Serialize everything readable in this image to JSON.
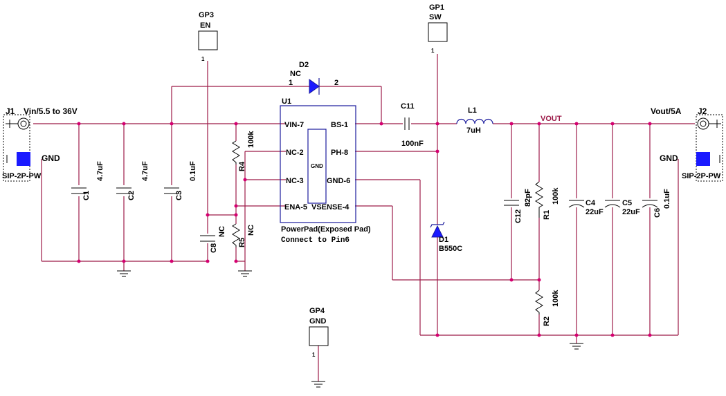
{
  "connectors": {
    "j1": {
      "ref": "J1",
      "value": "Vin/5.5 to 36V",
      "gnd": "GND",
      "footprint": "SIP-2P-PW"
    },
    "j2": {
      "ref": "J2",
      "value": "Vout/5A",
      "gnd": "GND",
      "footprint": "SIP-2P-PW"
    }
  },
  "test_points": {
    "gp1": {
      "ref": "GP1",
      "net": "SW",
      "pin": "1"
    },
    "gp3": {
      "ref": "GP3",
      "net": "EN",
      "pin": "1"
    },
    "gp4": {
      "ref": "GP4",
      "net": "GND",
      "pin": "1"
    }
  },
  "u1": {
    "ref": "U1",
    "pins": {
      "vin": "VIN-7",
      "nc2": "NC-2",
      "nc3": "NC-3",
      "ena": "ENA-5",
      "bs": "BS-1",
      "ph": "PH-8",
      "gnd6": "GND-6",
      "vsense": "VSENSE-4"
    },
    "pad_label": "GND",
    "note1": "PowerPad(Exposed Pad)",
    "note2": "Connect to Pin6"
  },
  "d2": {
    "ref": "D2",
    "value": "NC",
    "pin1": "1",
    "pin2": "2"
  },
  "d1": {
    "ref": "D1",
    "value": "B550C"
  },
  "l1": {
    "ref": "L1",
    "value": "7uH"
  },
  "net_vout": "VOUT",
  "capacitors": {
    "c1": {
      "ref": "C1",
      "value": "4.7uF"
    },
    "c2": {
      "ref": "C2",
      "value": "4.7uF"
    },
    "c3": {
      "ref": "C3",
      "value": "0.1uF"
    },
    "c8": {
      "ref": "C8",
      "value": "NC"
    },
    "c11": {
      "ref": "C11",
      "value": "100nF"
    },
    "c12": {
      "ref": "C12",
      "value": "82pF"
    },
    "c4": {
      "ref": "C4",
      "value": "22uF"
    },
    "c5": {
      "ref": "C5",
      "value": "22uF"
    },
    "c6": {
      "ref": "C6",
      "value": "0.1uF"
    }
  },
  "resistors": {
    "r4": {
      "ref": "R4",
      "value": "100k"
    },
    "r5": {
      "ref": "R5",
      "value": "NC"
    },
    "r1": {
      "ref": "R1",
      "value": "100k"
    },
    "r2": {
      "ref": "R2",
      "value": "100k"
    }
  }
}
